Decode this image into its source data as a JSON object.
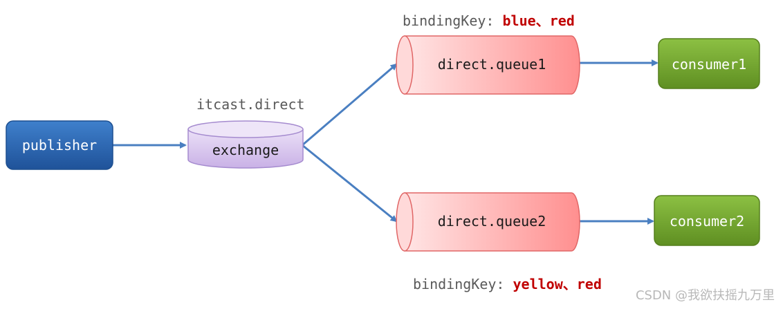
{
  "exchange": {
    "name": "itcast.direct",
    "label": "exchange"
  },
  "publisher": {
    "label": "publisher"
  },
  "queues": [
    {
      "label": "direct.queue1",
      "binding_prefix": "bindingKey: ",
      "binding_keys": "blue、red"
    },
    {
      "label": "direct.queue2",
      "binding_prefix": "bindingKey: ",
      "binding_keys": "yellow、red"
    }
  ],
  "consumers": [
    {
      "label": "consumer1"
    },
    {
      "label": "consumer2"
    }
  ],
  "watermark": "CSDN @我欲扶摇九万里",
  "colors": {
    "publisher": "#2e6db4",
    "exchange": "#d9c8ef",
    "queue": "#ffb3b3",
    "consumer": "#7aab32",
    "arrow": "#4a7fc1",
    "binding_key": "#c00000"
  }
}
